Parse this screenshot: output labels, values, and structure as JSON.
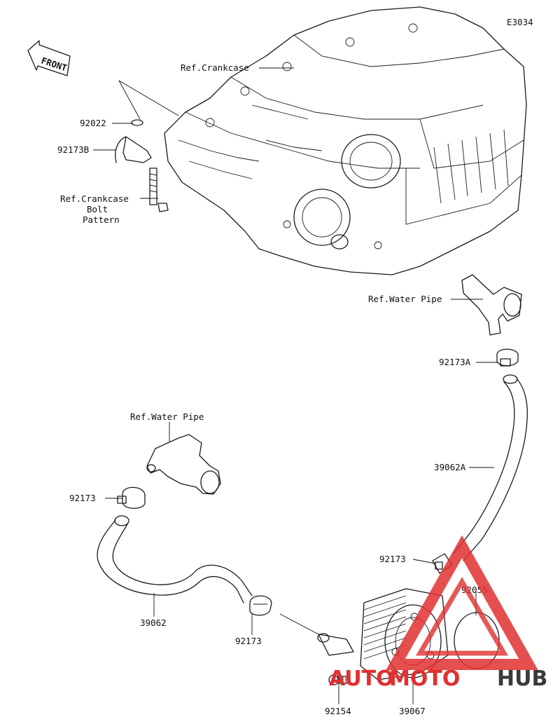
{
  "diagram_code": "E3034",
  "front_label": "FRONT",
  "labels": {
    "ref_crankcase": "Ref.Crankcase",
    "p92022": "92022",
    "p92173b": "92173B",
    "ref_crankcase_bolt_1": "Ref.Crankcase",
    "ref_crankcase_bolt_2": "Bolt",
    "ref_crankcase_bolt_3": "Pattern",
    "ref_water_pipe_right": "Ref.Water Pipe",
    "p92173a": "92173A",
    "p39062a": "39062A",
    "ref_water_pipe_left": "Ref.Water Pipe",
    "p92173_left": "92173",
    "p39062": "39062",
    "p92173_mid": "92173",
    "p92173_right": "92173",
    "p92055": "92055",
    "p92154": "92154",
    "p39067": "39067"
  },
  "watermark": {
    "auto": "AUTO",
    "moto": "MOTO",
    "hub": "HUB",
    "red": "#e03030",
    "dark": "#3a3a3a"
  }
}
